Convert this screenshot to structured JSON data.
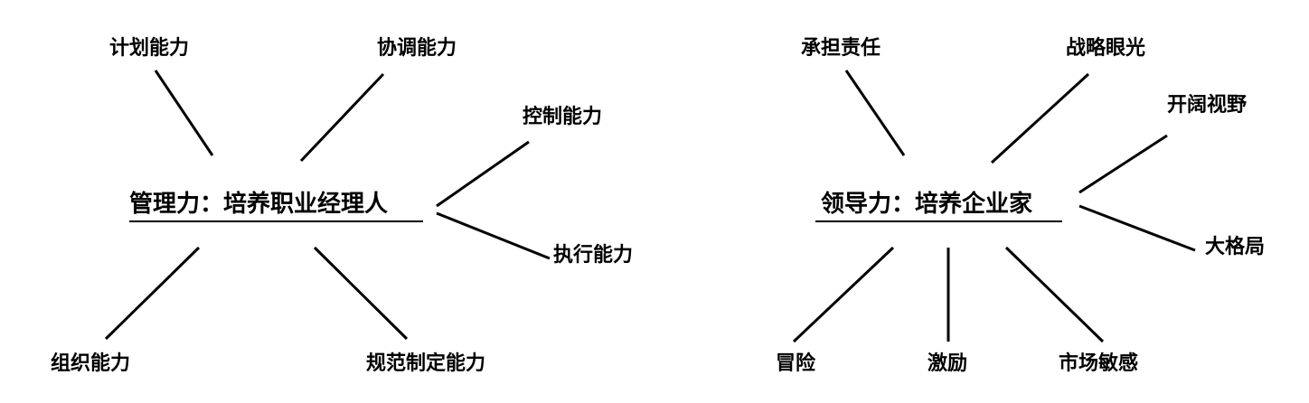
{
  "management": {
    "title": "管理力：培养职业经理人",
    "branches": {
      "planning": "计划能力",
      "coordination": "协调能力",
      "control": "控制能力",
      "execution": "执行能力",
      "organization": "组织能力",
      "norm_setting": "规范制定能力"
    }
  },
  "leadership": {
    "title": "领导力：培养企业家",
    "branches": {
      "responsibility": "承担责任",
      "vision": "战略眼光",
      "broad_view": "开阔视野",
      "big_picture": "大格局",
      "risk": "冒险",
      "motivation": "激励",
      "market_sense": "市场敏感"
    }
  },
  "colors": {
    "line": "#000000",
    "text": "#000000",
    "background": "#ffffff"
  }
}
